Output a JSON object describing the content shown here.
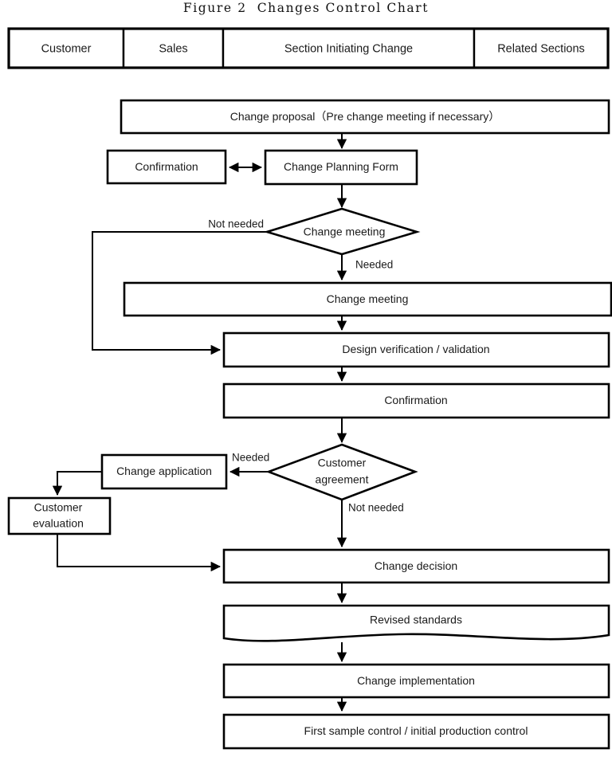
{
  "figure": {
    "title": "Figure 2  Changes Control Chart"
  },
  "header": {
    "columns": [
      {
        "label": "Customer"
      },
      {
        "label": "Sales"
      },
      {
        "label": "Section Initiating Change"
      },
      {
        "label": "Related Sections"
      }
    ]
  },
  "nodes": {
    "change_proposal": "Change proposal（Pre change meeting if necessary）",
    "confirmation_top": "Confirmation",
    "change_planning_form": "Change Planning Form",
    "decision_change_meeting": "Change meeting",
    "change_meeting": "Change meeting",
    "design_verification": "Design verification / validation",
    "confirmation_mid": "Confirmation",
    "decision_customer_agreement_line1": "Customer",
    "decision_customer_agreement_line2": "agreement",
    "change_application": "Change application",
    "customer_evaluation_line1": "Customer",
    "customer_evaluation_line2": "evaluation",
    "change_decision": "Change decision",
    "revised_standards": "Revised standards",
    "change_implementation": "Change implementation",
    "first_sample_control": "First sample control / initial production control"
  },
  "edge_labels": {
    "not_needed_meeting": "Not needed",
    "needed_meeting": "Needed",
    "needed_agreement": "Needed",
    "not_needed_agreement": "Not needed"
  },
  "colors": {
    "stroke": "#000000",
    "fill": "#ffffff",
    "text": "#1a1a1a",
    "background": "#ffffff"
  }
}
